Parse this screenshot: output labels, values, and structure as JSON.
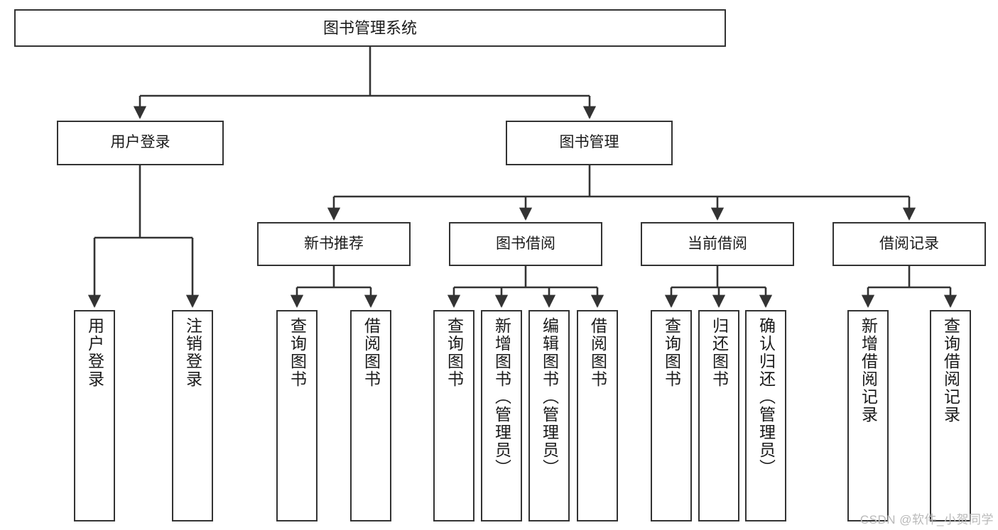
{
  "diagram": {
    "title": "图书管理系统",
    "type": "tree-hierarchy",
    "root": {
      "label": "图书管理系统"
    },
    "level1": [
      {
        "label": "用户登录"
      },
      {
        "label": "图书管理"
      }
    ],
    "level2": [
      {
        "label": "新书推荐"
      },
      {
        "label": "图书借阅"
      },
      {
        "label": "当前借阅"
      },
      {
        "label": "借阅记录"
      }
    ],
    "leaves": {
      "user_login": [
        {
          "label": "用户登录"
        },
        {
          "label": "注销登录"
        }
      ],
      "new_book_recommend": [
        {
          "label": "查询图书"
        },
        {
          "label": "借阅图书"
        }
      ],
      "book_borrow": [
        {
          "label": "查询图书"
        },
        {
          "label": "新增图书（管理员）"
        },
        {
          "label": "编辑图书（管理员）"
        },
        {
          "label": "借阅图书"
        }
      ],
      "current_borrow": [
        {
          "label": "查询图书"
        },
        {
          "label": "归还图书"
        },
        {
          "label": "确认归还（管理员）"
        }
      ],
      "borrow_record": [
        {
          "label": "新增借阅记录"
        },
        {
          "label": "查询借阅记录"
        }
      ]
    }
  },
  "watermark": {
    "text": "CSDN @软件_小贺同学"
  },
  "colors": {
    "background": "#ffffff",
    "box_border": "#333333",
    "connector": "#333333",
    "text": "#1a1a1a",
    "watermark": "#b9b9b9"
  }
}
